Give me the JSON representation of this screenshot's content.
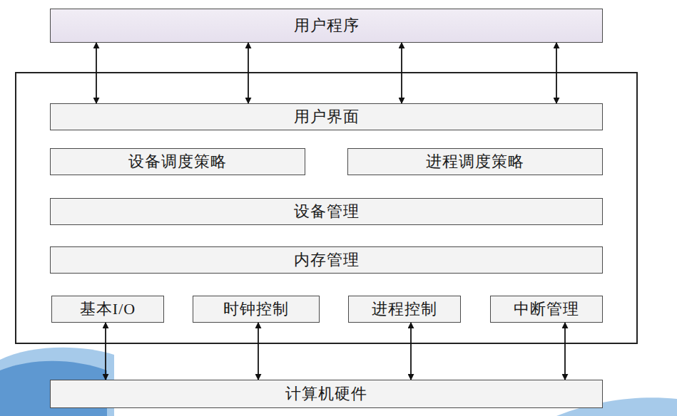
{
  "diagram": {
    "nodes": [
      {
        "text": [
          "用户程序"
        ]
      },
      {
        "text": [
          "用户界面"
        ]
      },
      {
        "text": [
          "设备调度策略"
        ]
      },
      {
        "text": [
          "进程调度策略"
        ]
      },
      {
        "text": [
          "设备管理"
        ]
      },
      {
        "text": [
          "内存管理"
        ]
      },
      {
        "text": [
          "基本I/O"
        ]
      },
      {
        "text": [
          "时钟控制"
        ]
      },
      {
        "text": [
          "进程控制"
        ]
      },
      {
        "text": [
          "中断管理"
        ]
      },
      {
        "text": [
          "计算机硬件"
        ]
      }
    ],
    "edges": [
      {
        "from": 0,
        "to": 1,
        "arrow": "both"
      },
      {
        "from": 0,
        "to": 1,
        "arrow": "both"
      },
      {
        "from": 0,
        "to": 1,
        "arrow": "both"
      },
      {
        "from": 0,
        "to": 1,
        "arrow": "both"
      },
      {
        "from": 6,
        "to": 10,
        "arrow": "both"
      },
      {
        "from": 7,
        "to": 10,
        "arrow": "both"
      },
      {
        "from": 8,
        "to": 10,
        "arrow": "both"
      },
      {
        "from": 9,
        "to": 10,
        "arrow": "both"
      }
    ]
  }
}
